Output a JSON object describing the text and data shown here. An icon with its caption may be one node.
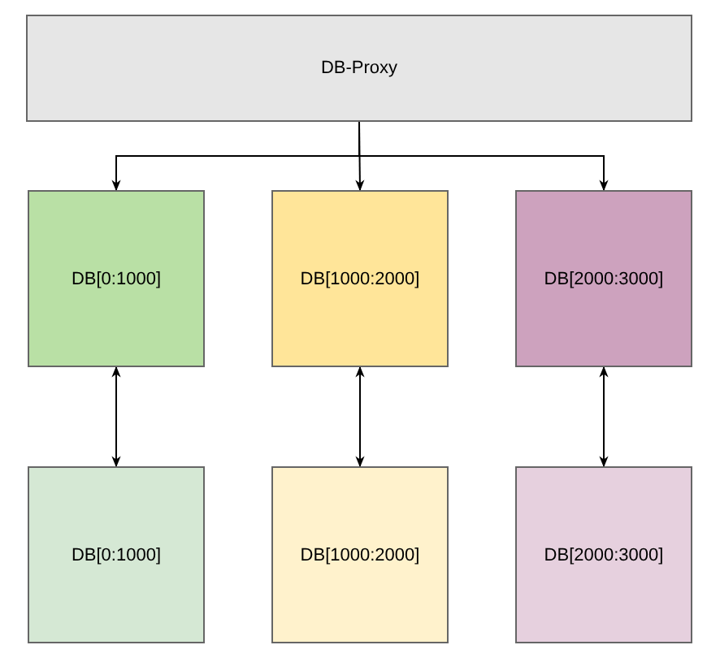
{
  "diagram": {
    "nodes": [
      {
        "text": [
          "DB-Proxy"
        ]
      },
      {
        "text": [
          "DB[0:1000]"
        ]
      },
      {
        "text": [
          "DB[1000:2000]"
        ]
      },
      {
        "text": [
          "DB[2000:3000]"
        ]
      },
      {
        "text": [
          "DB[0:1000]"
        ]
      },
      {
        "text": [
          "DB[1000:2000]"
        ]
      },
      {
        "text": [
          "DB[2000:3000]"
        ]
      }
    ],
    "edges": [
      {
        "from": 0,
        "to": 1,
        "arrow": "to"
      },
      {
        "from": 0,
        "to": 2,
        "arrow": "to"
      },
      {
        "from": 0,
        "to": 3,
        "arrow": "to"
      },
      {
        "from": 1,
        "to": 4,
        "arrow": "both"
      },
      {
        "from": 2,
        "to": 5,
        "arrow": "both"
      },
      {
        "from": 3,
        "to": 6,
        "arrow": "both"
      }
    ]
  }
}
